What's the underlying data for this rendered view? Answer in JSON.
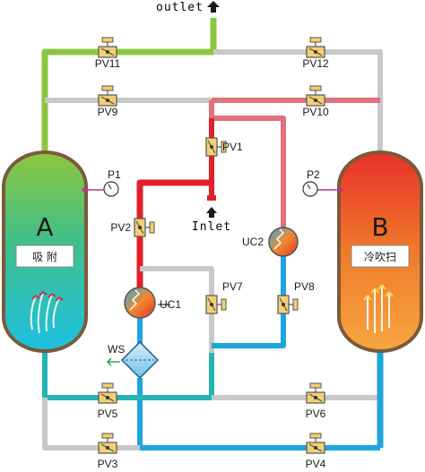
{
  "colors": {
    "green": "#8cc63f",
    "gray": "#c8c8c8",
    "red": "#e0212b",
    "pink": "#e0707a",
    "blue": "#1ea5dc",
    "teal": "#25b3b5",
    "valve_body": "#f2cf73",
    "valve_outline": "#555555",
    "vessel_shell": "#7a5a3a"
  },
  "labels": {
    "outlet": "outlet",
    "inlet": "Inlet",
    "pv1": "PV1",
    "pv2": "PV2",
    "pv3": "PV3",
    "pv4": "PV4",
    "pv5": "PV5",
    "pv6": "PV6",
    "pv7": "PV7",
    "pv8": "PV8",
    "pv9": "PV9",
    "pv10": "PV10",
    "pv11": "PV11",
    "pv12": "PV12",
    "p1": "P1",
    "p2": "P2",
    "uc1": "UC1",
    "uc2": "UC2",
    "ws": "WS",
    "tower_a_letter": "A",
    "tower_a_mode": "吸 附",
    "tower_b_letter": "B",
    "tower_b_mode": "冷吹扫"
  },
  "icons": {
    "valve": "manual-valve-icon",
    "gauge": "pressure-gauge-icon",
    "arrow_up": "flow-arrow-up-icon",
    "heat_exchanger": "heat-exchanger-icon",
    "separator": "water-separator-icon",
    "flow_arrows": "airflow-arrows-icon"
  }
}
